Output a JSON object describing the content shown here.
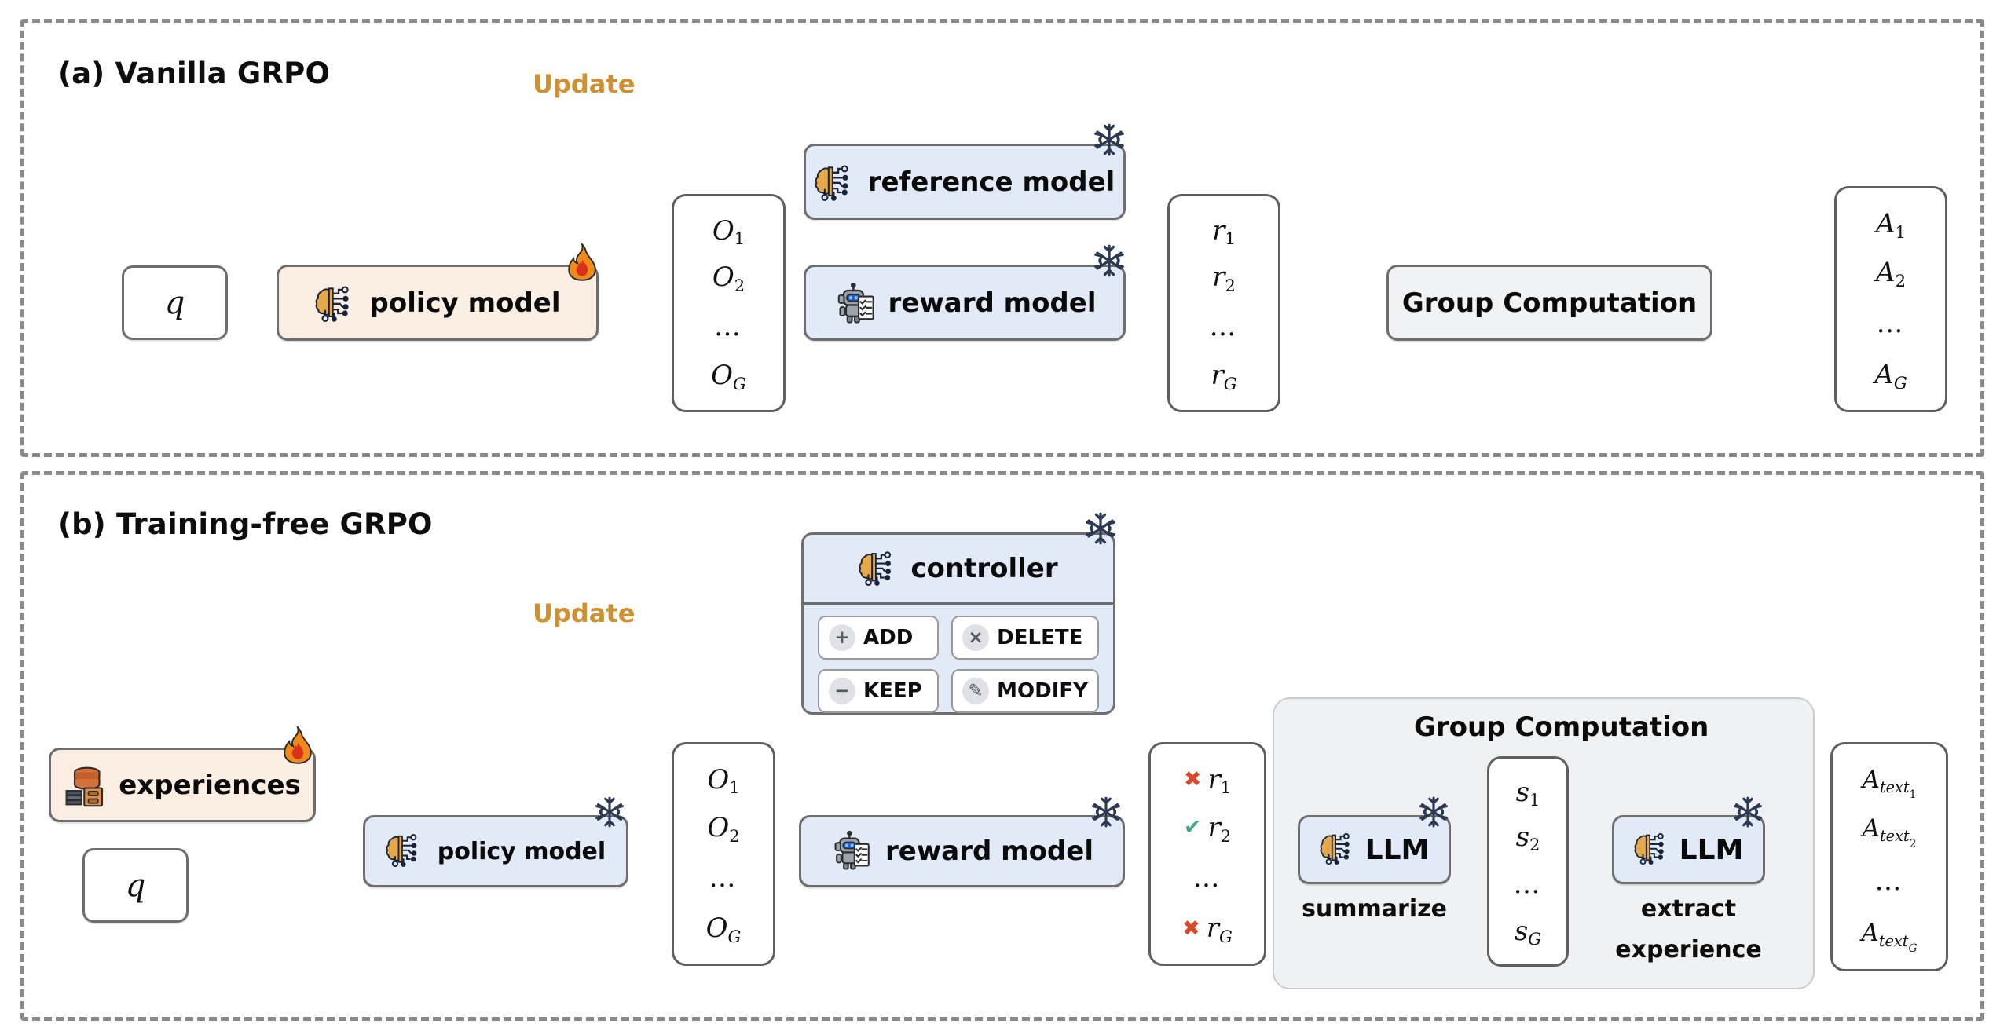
{
  "figure": {
    "panels": [
      {
        "id": "a",
        "title": "(a) Vanilla GRPO",
        "update_label": "Update",
        "nodes": {
          "query": "q",
          "policy_model": "policy model",
          "reference_model": "reference model",
          "reward_model": "reward model",
          "group_computation": "Group Computation"
        },
        "outputs_stack": {
          "items": [
            "O",
            "O",
            "…",
            "O"
          ],
          "subs": [
            "1",
            "2",
            "",
            "G"
          ]
        },
        "rewards_stack": {
          "items": [
            "r",
            "r",
            "…",
            "r"
          ],
          "subs": [
            "1",
            "2",
            "",
            "G"
          ]
        },
        "advantages_stack": {
          "items": [
            "A",
            "A",
            "…",
            "A"
          ],
          "subs": [
            "1",
            "2",
            "",
            "G"
          ]
        },
        "badges": {
          "policy_model": "fire-icon",
          "reference_model": "snowflake-icon",
          "reward_model": "snowflake-icon"
        }
      },
      {
        "id": "b",
        "title": "(b) Training-free GRPO",
        "update_label": "Update",
        "nodes": {
          "experiences": "experiences",
          "query": "q",
          "policy_model": "policy model",
          "reward_model": "reward model",
          "controller": "controller",
          "group_computation": "Group Computation",
          "llm_summarize": "LLM",
          "llm_extract": "LLM",
          "summarize_caption": "summarize",
          "extract_caption_line1": "extract",
          "extract_caption_line2": "experience"
        },
        "controller_actions": [
          {
            "label": "ADD",
            "glyph": "+",
            "icon": "plus-icon"
          },
          {
            "label": "DELETE",
            "glyph": "×",
            "icon": "cross-icon"
          },
          {
            "label": "KEEP",
            "glyph": "−",
            "icon": "minus-icon"
          },
          {
            "label": "MODIFY",
            "glyph": "✎",
            "icon": "pencil-icon"
          }
        ],
        "outputs_stack": {
          "items": [
            "O",
            "O",
            "…",
            "O"
          ],
          "subs": [
            "1",
            "2",
            "",
            "G"
          ]
        },
        "rewards_stack": {
          "items": [
            "r",
            "r",
            "…",
            "r"
          ],
          "subs": [
            "1",
            "2",
            "",
            "G"
          ],
          "marks": [
            "✖",
            "✔",
            "",
            "✖"
          ],
          "mark_kinds": [
            "bad",
            "good",
            "",
            "bad"
          ]
        },
        "scores_stack": {
          "items": [
            "s",
            "s",
            "…",
            "s"
          ],
          "subs": [
            "1",
            "2",
            "",
            "G"
          ]
        },
        "text_advantages_stack": {
          "items": [
            "A",
            "A",
            "…",
            "A"
          ],
          "subs": [
            "text₁",
            "text₂",
            "",
            "text_G"
          ],
          "base": "A",
          "sub_word": "text",
          "sub_indices": [
            "1",
            "2",
            "",
            "G"
          ]
        },
        "badges": {
          "experiences": "fire-icon",
          "policy_model": "snowflake-icon",
          "reward_model": "snowflake-icon",
          "controller": "snowflake-icon",
          "llm_summarize": "snowflake-icon",
          "llm_extract": "snowflake-icon"
        }
      }
    ],
    "colors": {
      "trainable_fill": "#fbeee3",
      "frozen_fill": "#e2eaf8",
      "neutral_fill": "#f1f2f4",
      "group_panel_fill": "#eff1f3",
      "update_arrow": "#cf9030",
      "flow_arrow": "#7a7a7a",
      "panel_border": "#8a8a8a",
      "node_border": "#6e6e6e",
      "mark_bad": "#d9482b",
      "mark_good": "#4aa58e"
    }
  }
}
